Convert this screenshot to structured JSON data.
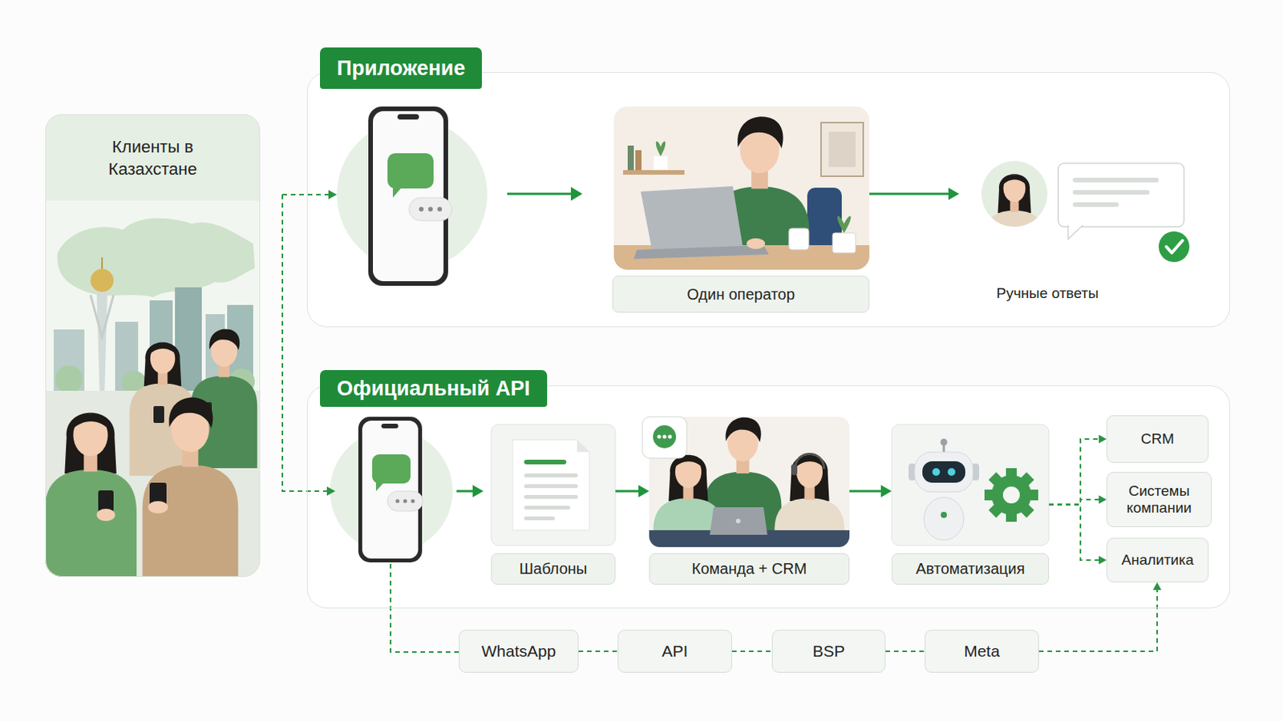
{
  "diagram": {
    "nodes": [
      {
        "text": [
          "Клиенты в Казахстане"
        ]
      },
      {
        "text": [
          "Приложение"
        ]
      },
      {
        "text": [
          "Один оператор"
        ],
        "in": 1
      },
      {
        "text": [
          "Ручные ответы"
        ],
        "in": 1
      },
      {
        "text": [
          "Официальный API"
        ]
      },
      {
        "text": [
          "Шаблоны"
        ],
        "in": 4
      },
      {
        "text": [
          "Команда + CRM"
        ],
        "in": 4
      },
      {
        "text": [
          "Автоматизация"
        ],
        "in": 4
      },
      {
        "text": [
          "CRM"
        ],
        "in": 4
      },
      {
        "text": [
          "Системы компании"
        ],
        "in": 4
      },
      {
        "text": [
          "Аналитика"
        ],
        "in": 4
      },
      {
        "text": [
          "WhatsApp"
        ]
      },
      {
        "text": [
          "API"
        ]
      },
      {
        "text": [
          "BSP"
        ]
      },
      {
        "text": [
          "Meta"
        ]
      }
    ],
    "edges": [
      {
        "from": 2,
        "to": 3,
        "arrow": "to"
      },
      {
        "from": 5,
        "to": 6,
        "arrow": "to"
      },
      {
        "from": 6,
        "to": 7,
        "arrow": "to"
      },
      {
        "from": 7,
        "to": 8,
        "arrow": "to"
      },
      {
        "from": 7,
        "to": 9,
        "arrow": "to"
      },
      {
        "from": 7,
        "to": 10,
        "arrow": "to"
      },
      {
        "from": 11,
        "to": 12,
        "arrow": "none"
      },
      {
        "from": 12,
        "to": 13,
        "arrow": "none"
      },
      {
        "from": 13,
        "to": 14,
        "arrow": "none"
      },
      {
        "from": 14,
        "to": 10,
        "arrow": "to"
      }
    ]
  }
}
